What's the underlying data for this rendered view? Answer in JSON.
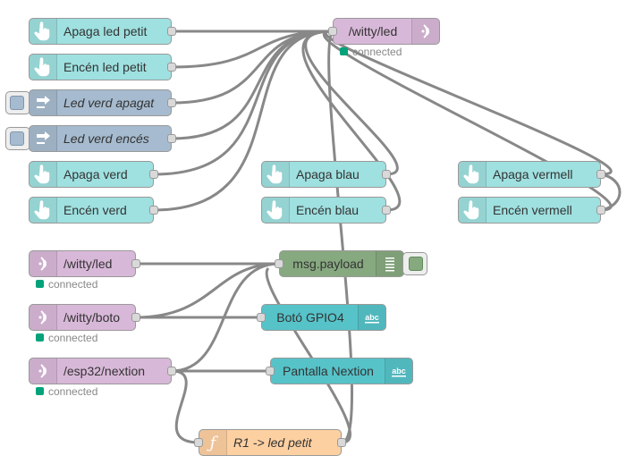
{
  "colors": {
    "ui_node": "#9fe0e0",
    "ui_switch": "#a6bbcf",
    "mqtt": "#d8b8d8",
    "debug": "#87a980",
    "text_node": "#56c3c9",
    "function": "#fdd0a2",
    "wire": "#888888",
    "status_connected": "#00a37a"
  },
  "nodes": [
    {
      "key": "apaga_led_petit",
      "label": "Apaga led petit",
      "type": "ui_button",
      "icon": "hand-pointer-icon"
    },
    {
      "key": "encen_led_petit",
      "label": "Encén led petit",
      "type": "ui_button",
      "icon": "hand-pointer-icon"
    },
    {
      "key": "led_verd_apagat",
      "label": "Led verd apagat",
      "type": "ui_switch",
      "icon": "switch-arrow-icon"
    },
    {
      "key": "led_verd_encés",
      "label": "Led verd encés",
      "type": "ui_switch",
      "icon": "switch-arrow-icon"
    },
    {
      "key": "apaga_verd",
      "label": "Apaga verd",
      "type": "ui_button",
      "icon": "hand-pointer-icon"
    },
    {
      "key": "encen_verd",
      "label": "Encén verd",
      "type": "ui_button",
      "icon": "hand-pointer-icon"
    },
    {
      "key": "apaga_blau",
      "label": "Apaga blau",
      "type": "ui_button",
      "icon": "hand-pointer-icon"
    },
    {
      "key": "encen_blau",
      "label": "Encén blau",
      "type": "ui_button",
      "icon": "hand-pointer-icon"
    },
    {
      "key": "apaga_vermell",
      "label": "Apaga vermell",
      "type": "ui_button",
      "icon": "hand-pointer-icon"
    },
    {
      "key": "encen_vermell",
      "label": "Encén vermell",
      "type": "ui_button",
      "icon": "hand-pointer-icon"
    },
    {
      "key": "mqtt_out_witty_led",
      "label": "/witty/led",
      "type": "mqtt_out",
      "icon": "broadcast-icon",
      "status": "connected"
    },
    {
      "key": "mqtt_in_witty_led",
      "label": "/witty/led",
      "type": "mqtt_in",
      "icon": "broadcast-icon",
      "status": "connected"
    },
    {
      "key": "mqtt_in_witty_boto",
      "label": "/witty/boto",
      "type": "mqtt_in",
      "icon": "broadcast-icon",
      "status": "connected"
    },
    {
      "key": "mqtt_in_esp32",
      "label": "/esp32/nextion",
      "type": "mqtt_in",
      "icon": "broadcast-icon",
      "status": "connected"
    },
    {
      "key": "debug_payload",
      "label": "msg.payload",
      "type": "debug",
      "icon": "list-icon"
    },
    {
      "key": "text_boto",
      "label": "Botó GPIO4",
      "type": "ui_text",
      "icon": "abc-icon"
    },
    {
      "key": "text_pantalla",
      "label": "Pantalla Nextion",
      "type": "ui_text",
      "icon": "abc-icon"
    },
    {
      "key": "func_r1",
      "label": "R1 -> led petit",
      "type": "function",
      "icon": "function-icon"
    }
  ]
}
